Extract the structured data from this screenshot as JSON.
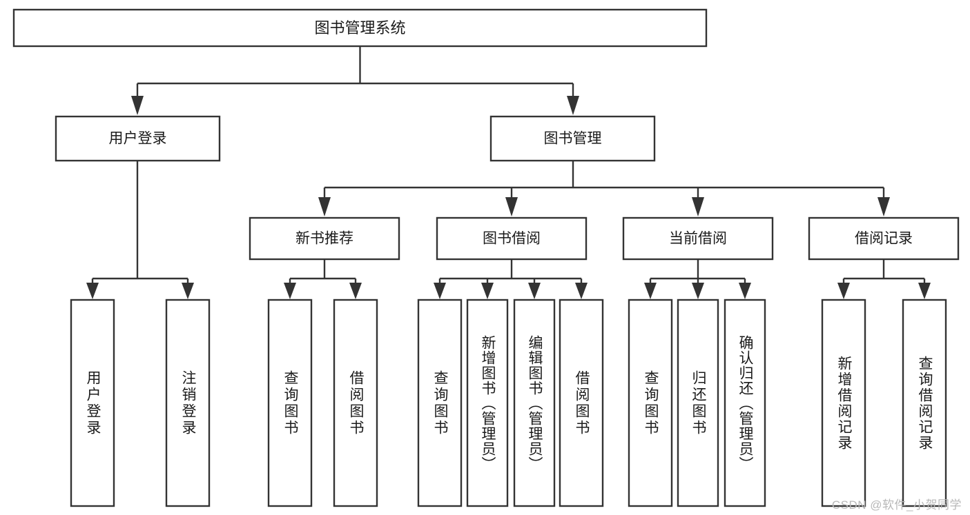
{
  "diagram": {
    "type": "tree-hierarchy-chart",
    "title_node": {
      "label": "图书管理系统"
    },
    "level2": [
      {
        "id": "user-login",
        "label": "用户登录"
      },
      {
        "id": "book-management",
        "label": "图书管理"
      }
    ],
    "level3": [
      {
        "id": "new-book-recommend",
        "label": "新书推荐"
      },
      {
        "id": "book-borrow",
        "label": "图书借阅"
      },
      {
        "id": "current-borrow",
        "label": "当前借阅"
      },
      {
        "id": "borrow-record",
        "label": "借阅记录"
      }
    ],
    "leaves": [
      {
        "id": "leaf-user-login",
        "label": "用户登录",
        "parent": "user-login"
      },
      {
        "id": "leaf-logout-login",
        "label": "注销登录",
        "parent": "user-login"
      },
      {
        "id": "leaf-query-book-1",
        "label": "查询图书",
        "parent": "new-book-recommend"
      },
      {
        "id": "leaf-borrow-book-1",
        "label": "借阅图书",
        "parent": "new-book-recommend"
      },
      {
        "id": "leaf-query-book-2",
        "label": "查询图书",
        "parent": "book-borrow"
      },
      {
        "id": "leaf-add-book-admin",
        "label": "新增图书（管理员）",
        "parent": "book-borrow"
      },
      {
        "id": "leaf-edit-book-admin",
        "label": "编辑图书（管理员）",
        "parent": "book-borrow"
      },
      {
        "id": "leaf-borrow-book-2",
        "label": "借阅图书",
        "parent": "book-borrow"
      },
      {
        "id": "leaf-query-book-3",
        "label": "查询图书",
        "parent": "current-borrow"
      },
      {
        "id": "leaf-return-book",
        "label": "归还图书",
        "parent": "current-borrow"
      },
      {
        "id": "leaf-confirm-return-admin",
        "label": "确认归还（管理员）",
        "parent": "current-borrow"
      },
      {
        "id": "leaf-add-borrow-record",
        "label": "新增借阅记录",
        "parent": "borrow-record"
      },
      {
        "id": "leaf-query-borrow-record",
        "label": "查询借阅记录",
        "parent": "borrow-record"
      }
    ],
    "watermark": "CSDN @软件_小贺同学",
    "colors": {
      "box_stroke": "#333333",
      "box_fill": "#ffffff",
      "text": "#1a1a1a",
      "background": "#ffffff",
      "watermark": "#b8b8b8"
    }
  }
}
